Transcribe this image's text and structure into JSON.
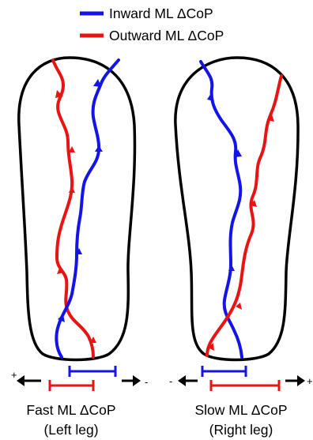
{
  "legend": {
    "inward_label": "Inward ML ΔCoP",
    "outward_label": "Outward ML ΔCoP",
    "inward_color": "#1414e6",
    "outward_color": "#e81414"
  },
  "panels": {
    "left": {
      "title": "Fast ML ΔCoP",
      "subtitle": "(Left leg)",
      "left_sign": "+",
      "right_sign": "-"
    },
    "right": {
      "title": "Slow ML ΔCoP",
      "subtitle": "(Right leg)",
      "left_sign": "-",
      "right_sign": "+"
    }
  }
}
